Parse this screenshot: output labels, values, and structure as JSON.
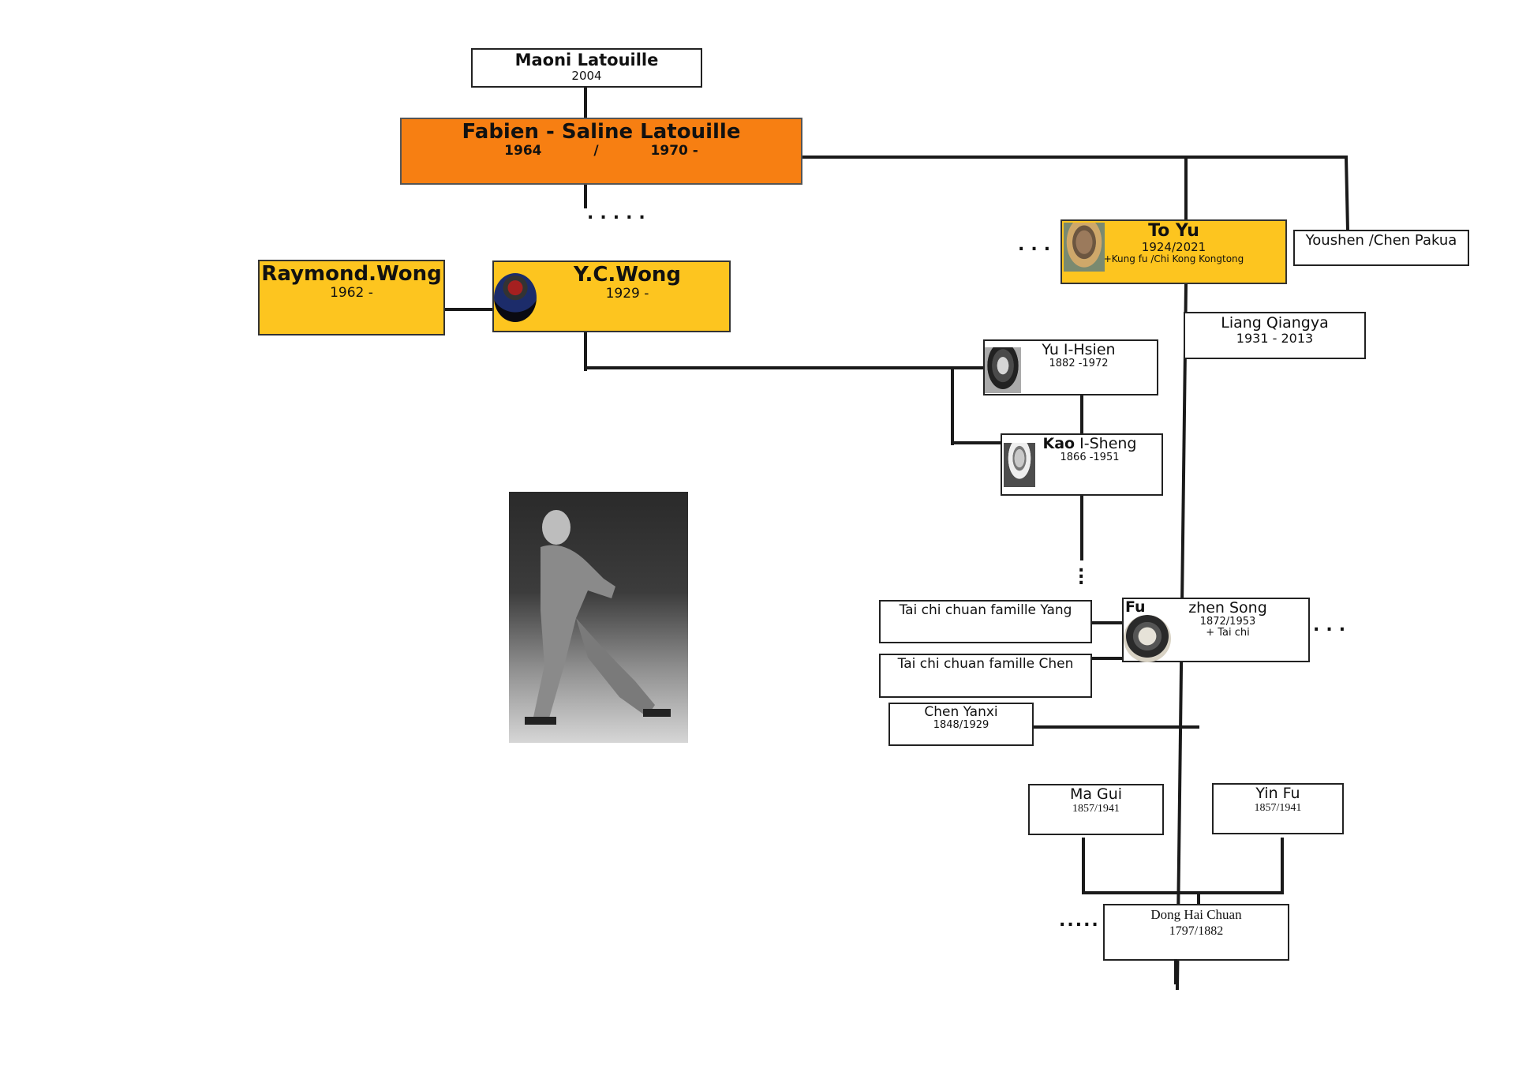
{
  "people": {
    "maoni": {
      "name": "Maoni Latouille",
      "dates": "2004"
    },
    "fabien": {
      "name": "Fabien - Saline Latouille",
      "date_a": "1964",
      "sep": "/",
      "date_b": "1970 -"
    },
    "raymond": {
      "name": "Raymond.Wong",
      "dates": "1962 -"
    },
    "ycwong": {
      "name": "Y.C.Wong",
      "dates": "1929 -"
    },
    "toyu": {
      "name": "To Yu",
      "dates": "1924/2021",
      "extra": "+Kung fu /Chi Kong Kongtong"
    },
    "youshen": {
      "name": "Youshen /Chen Pakua"
    },
    "liang": {
      "name": "Liang Qiangya",
      "dates": "1931 - 2013"
    },
    "yuihsien": {
      "name": "Yu I-Hsien",
      "dates": "1882 -1972"
    },
    "kao": {
      "name_bold": "Kao",
      "name_rest": " I-Sheng",
      "dates": "1866 -1951"
    },
    "fu": {
      "name_prefix": "Fu",
      "name": "zhen Song",
      "dates": "1872/1953",
      "extra": "+ Tai chi"
    },
    "yang": {
      "name": "Tai chi chuan famille Yang"
    },
    "chenfam": {
      "name": "Tai chi chuan famille Chen"
    },
    "chenyanxi": {
      "name": "Chen Yanxi",
      "dates": "1848/1929"
    },
    "magui": {
      "name": "Ma Gui",
      "dates": "1857/1941"
    },
    "yinfu": {
      "name": "Yin Fu",
      "dates": "1857/1941"
    },
    "dong": {
      "name": "Dong Hai Chuan",
      "dates": "1797/1882"
    }
  },
  "ellipsis": {
    "below_fabien": ".....",
    "left_toyu": "...",
    "right_fu": "...",
    "left_dong": "....."
  },
  "colors": {
    "orange": "#f77f12",
    "yellow": "#fdc51f",
    "line": "#1a1a1a"
  },
  "images": [
    "y-c-wong-portrait",
    "to-yu-portrait",
    "yu-i-hsien-portrait",
    "kao-i-sheng-portrait",
    "fu-zhen-song-portrait",
    "master-stance-photo"
  ]
}
